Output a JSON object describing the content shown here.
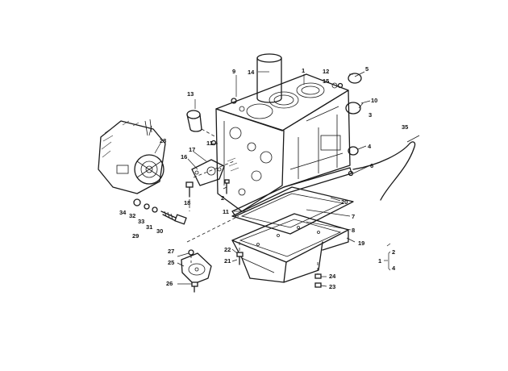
{
  "diagram": {
    "callouts": [
      {
        "id": "c1",
        "text": "1"
      },
      {
        "id": "c2",
        "text": "2"
      },
      {
        "id": "c3",
        "text": "3"
      },
      {
        "id": "c4",
        "text": "4"
      },
      {
        "id": "c5",
        "text": "5"
      },
      {
        "id": "c6",
        "text": "6"
      },
      {
        "id": "c7",
        "text": "7"
      },
      {
        "id": "c8",
        "text": "8"
      },
      {
        "id": "c9",
        "text": "9"
      },
      {
        "id": "c10",
        "text": "10"
      },
      {
        "id": "c11a",
        "text": "11"
      },
      {
        "id": "c11b",
        "text": "11"
      },
      {
        "id": "c12",
        "text": "12"
      },
      {
        "id": "c13",
        "text": "13"
      },
      {
        "id": "c14",
        "text": "14"
      },
      {
        "id": "c15",
        "text": "15"
      },
      {
        "id": "c16",
        "text": "16"
      },
      {
        "id": "c17",
        "text": "17"
      },
      {
        "id": "c18",
        "text": "18"
      },
      {
        "id": "c19",
        "text": "19"
      },
      {
        "id": "c20",
        "text": "20"
      },
      {
        "id": "c21",
        "text": "21"
      },
      {
        "id": "c22",
        "text": "22"
      },
      {
        "id": "c23",
        "text": "23"
      },
      {
        "id": "c24",
        "text": "24"
      },
      {
        "id": "c25",
        "text": "25"
      },
      {
        "id": "c26",
        "text": "26"
      },
      {
        "id": "c27",
        "text": "27"
      },
      {
        "id": "c28",
        "text": "28"
      },
      {
        "id": "c29",
        "text": "29"
      },
      {
        "id": "c30",
        "text": "30"
      },
      {
        "id": "c31",
        "text": "31"
      },
      {
        "id": "c32",
        "text": "32"
      },
      {
        "id": "c33",
        "text": "33"
      },
      {
        "id": "c34",
        "text": "34"
      },
      {
        "id": "c35",
        "text": "35"
      }
    ],
    "legend": {
      "group_number": "1",
      "members": [
        "2",
        "4"
      ]
    }
  }
}
